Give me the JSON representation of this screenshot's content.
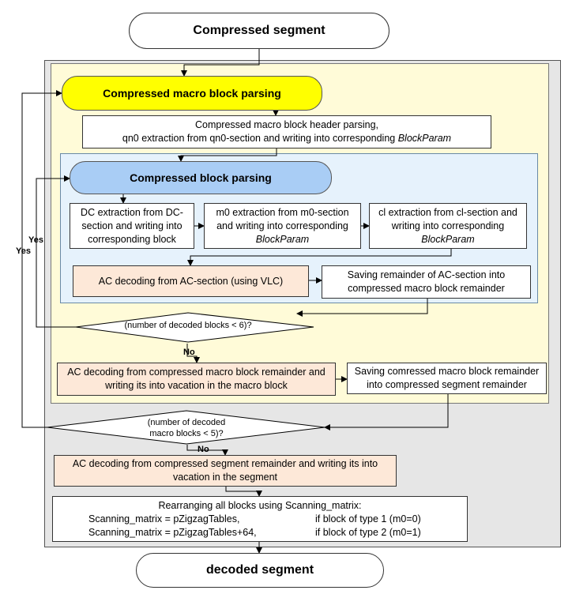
{
  "diagram": {
    "start": "Compressed segment",
    "end": "decoded segment",
    "macro_parsing": "Compressed macro block parsing",
    "header_parsing": {
      "line1": "Compressed macro block header parsing,",
      "line2_prefix": "qn0 extraction from qn0-section and writing  into corresponding ",
      "line2_em": "BlockParam"
    },
    "block_parsing": "Compressed block parsing",
    "dc_box": [
      "DC extraction from DC-",
      "section  and writing  into",
      "corresponding block"
    ],
    "m0_box": {
      "lines": [
        "m0 extraction from m0-section",
        "and writing  into corresponding"
      ],
      "em": "BlockParam"
    },
    "cl_box": {
      "lines": [
        "cl extraction from cl-section and",
        "writing  into corresponding"
      ],
      "em": "BlockParam"
    },
    "ac_vlc": "AC decoding from AC-section (using VLC)",
    "saving_ac": [
      "Saving remainder of AC-section into",
      "compressed macro block remainder"
    ],
    "decision_blocks": "(number of decoded blocks < 6)?",
    "ac_mb": [
      "AC decoding from compressed macro block remainder and",
      "writing its into vacation in the macro block"
    ],
    "saving_mb": [
      "Saving comressed macro block remainder",
      "into compressed segment remainder"
    ],
    "decision_mb": [
      "(number of decoded",
      "macro blocks < 5)?"
    ],
    "ac_seg": [
      "AC decoding from compressed segment remainder  and writing its into",
      "vacation in the segment"
    ],
    "rearrange": {
      "title": "Rearranging all blocks using Scanning_matrix:",
      "rows": [
        {
          "left": "Scanning_matrix = pZigzagTables,",
          "right": "if   block of type 1  (m0=0)"
        },
        {
          "left": "Scanning_matrix = pZigzagTables+64,",
          "right": "if   block of type 2  (m0=1)"
        }
      ]
    },
    "labels": {
      "yes_inner": "Yes",
      "yes_outer": "Yes",
      "no_inner": "No",
      "no_outer": "No"
    }
  }
}
